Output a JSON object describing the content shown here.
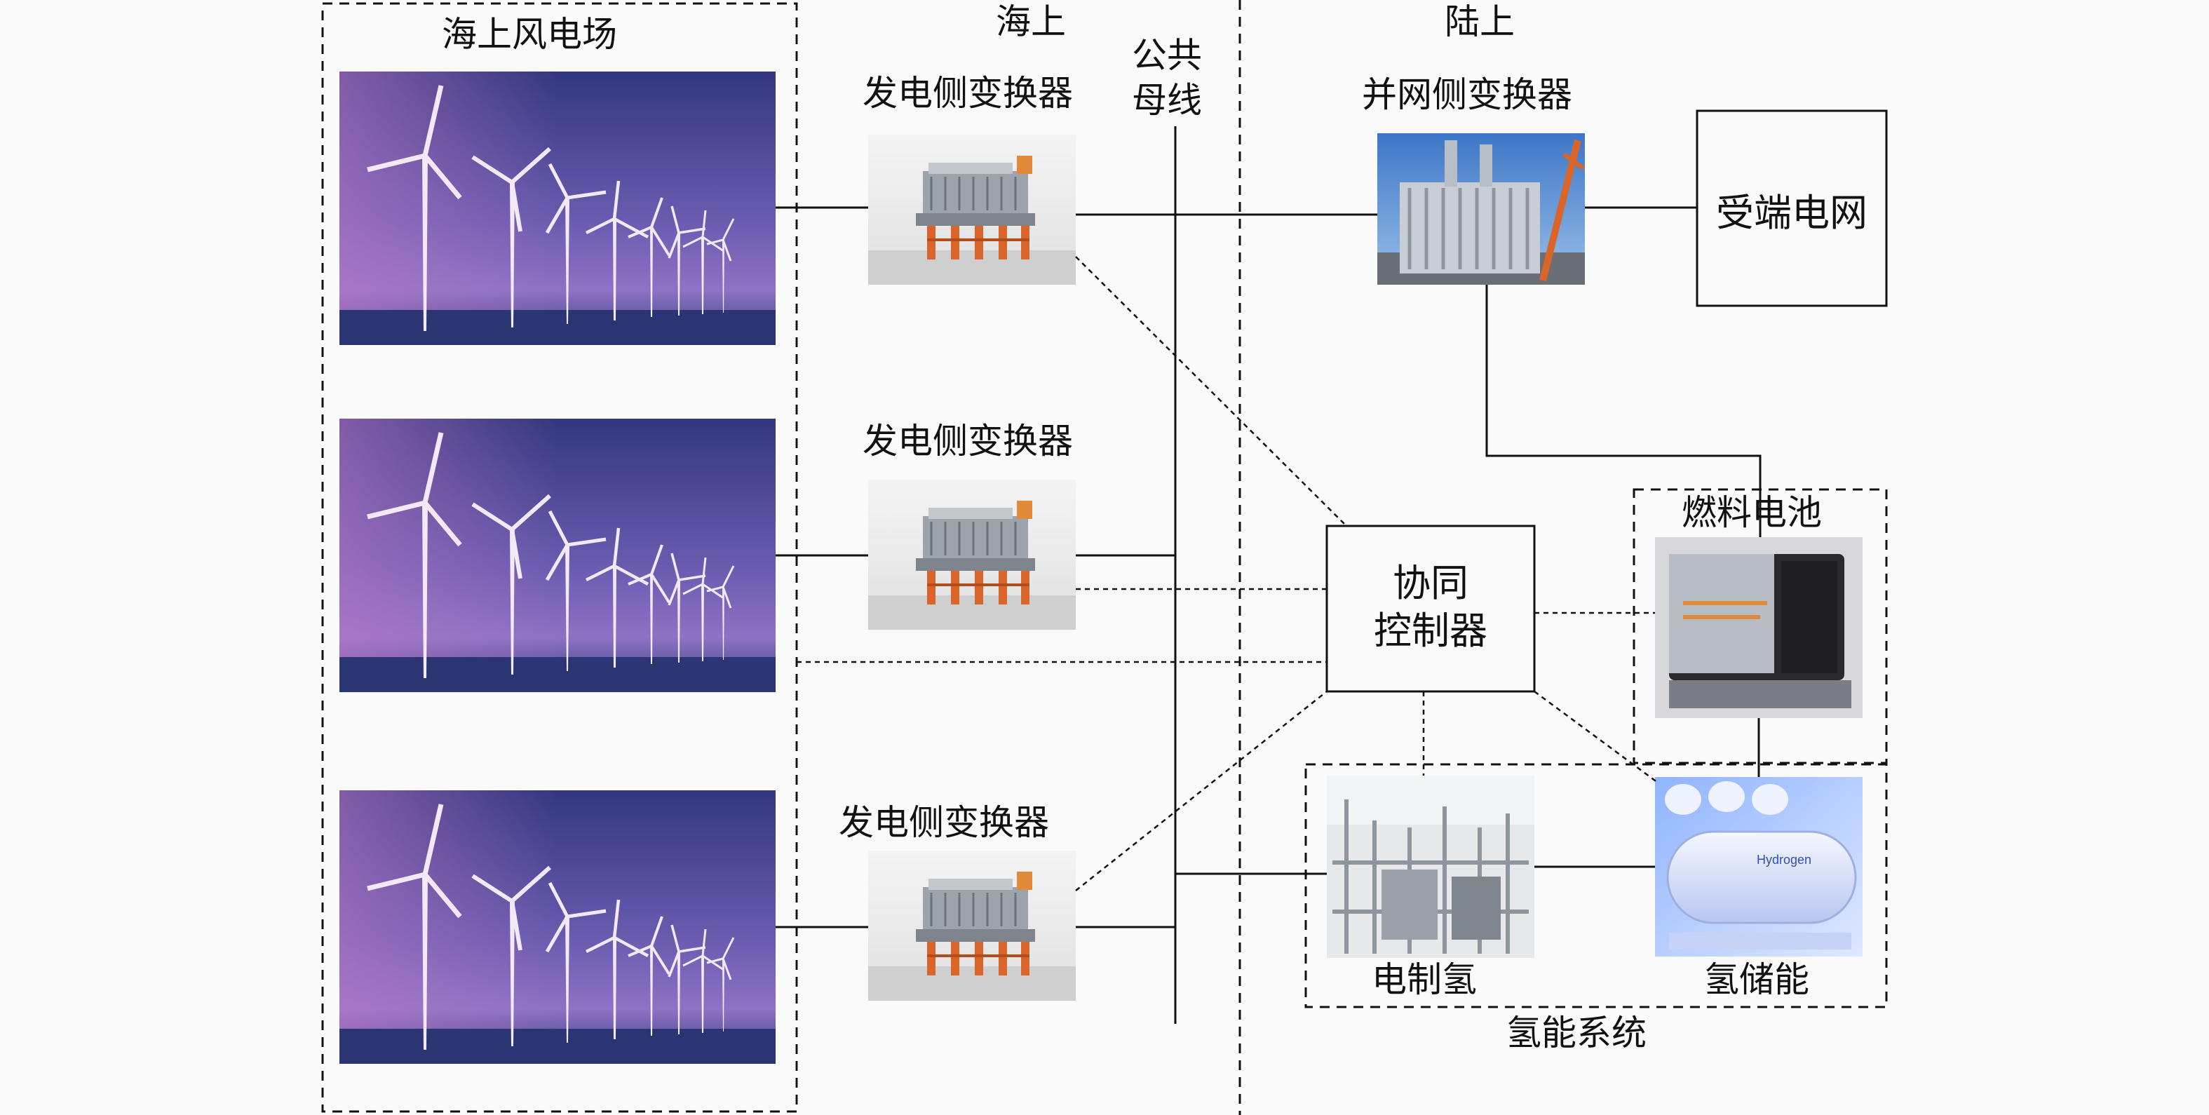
{
  "sections": {
    "offshore_farm": "海上风电场",
    "offshore": "海上",
    "onshore": "陆上",
    "common_bus_line1": "公共",
    "common_bus_line2": "母线"
  },
  "converters": {
    "generator_side_1": "发电侧变换器",
    "generator_side_2": "发电侧变换器",
    "generator_side_3": "发电侧变换器",
    "grid_side": "并网侧变换器"
  },
  "grid": "受端电网",
  "controller": {
    "line1": "协同",
    "line2": "控制器"
  },
  "hydrogen_system": {
    "title": "氢能系统",
    "fuel_cell": "燃料电池",
    "electrolysis": "电制氢",
    "storage": "氢储能",
    "tank_label": "Hydrogen"
  },
  "colors": {
    "sky_top": "#3d3f8c",
    "sky_bottom": "#8a6fc2",
    "sea": "#2b3574",
    "line": "#111111",
    "platform_orange": "#d9652a"
  }
}
